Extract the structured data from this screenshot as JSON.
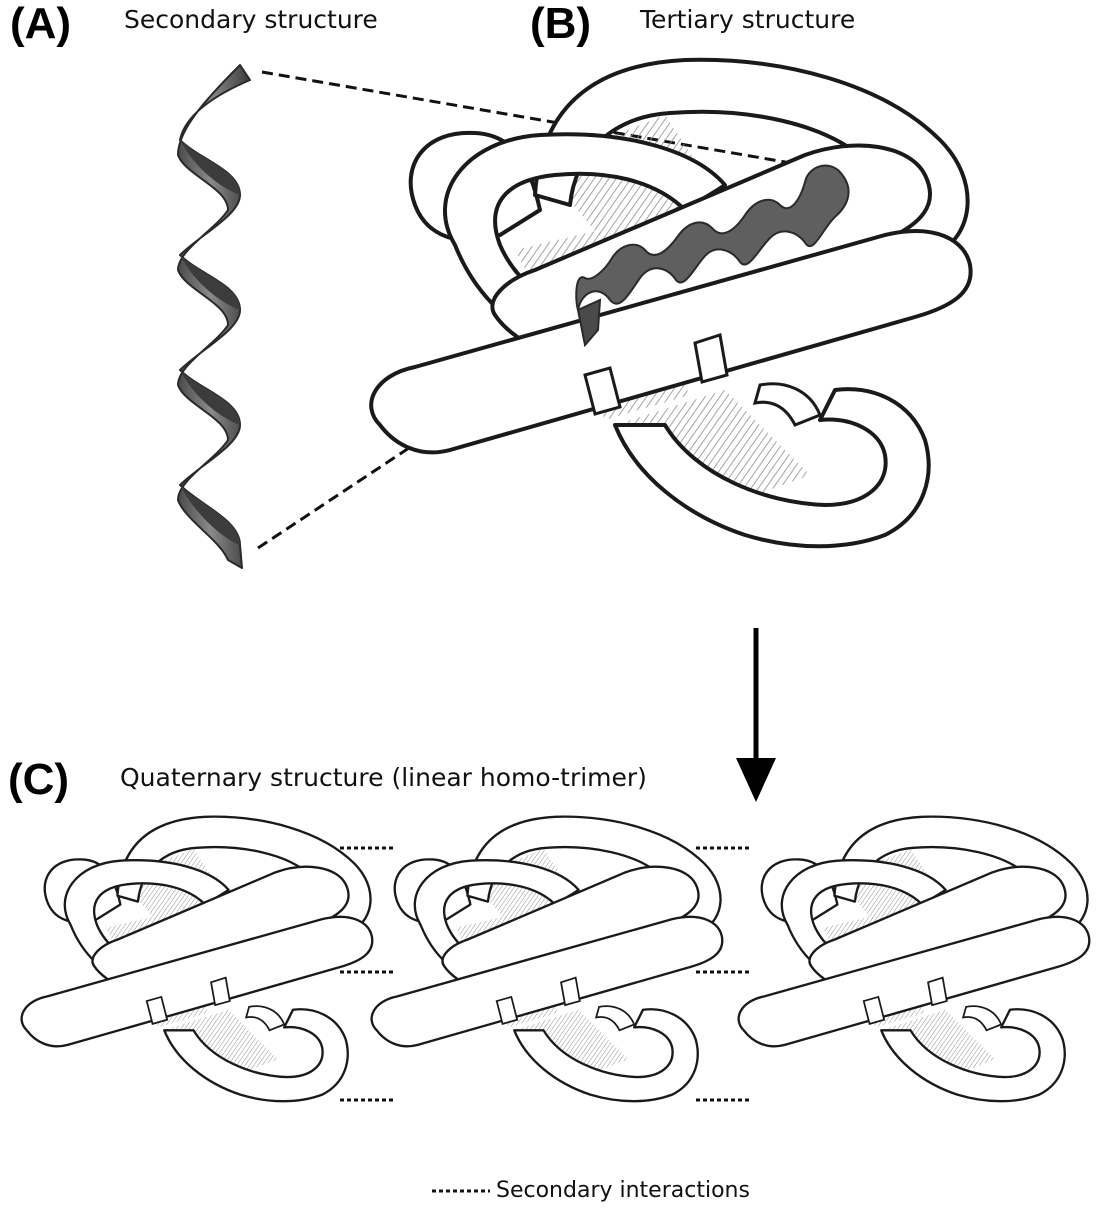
{
  "panels": {
    "a": {
      "letter": "(A)",
      "title": "Secondary structure"
    },
    "b": {
      "letter": "(B)",
      "title": "Tertiary structure"
    },
    "c": {
      "letter": "(C)",
      "title": "Quaternary structure (linear homo-trimer)"
    }
  },
  "legend": {
    "label": "Secondary interactions"
  },
  "colors": {
    "helix": "#6f6f6f",
    "helix_dark": "#3a3a3a",
    "outline": "#1a1a1a",
    "shade": "#9a9a9a",
    "background": "#ffffff"
  }
}
